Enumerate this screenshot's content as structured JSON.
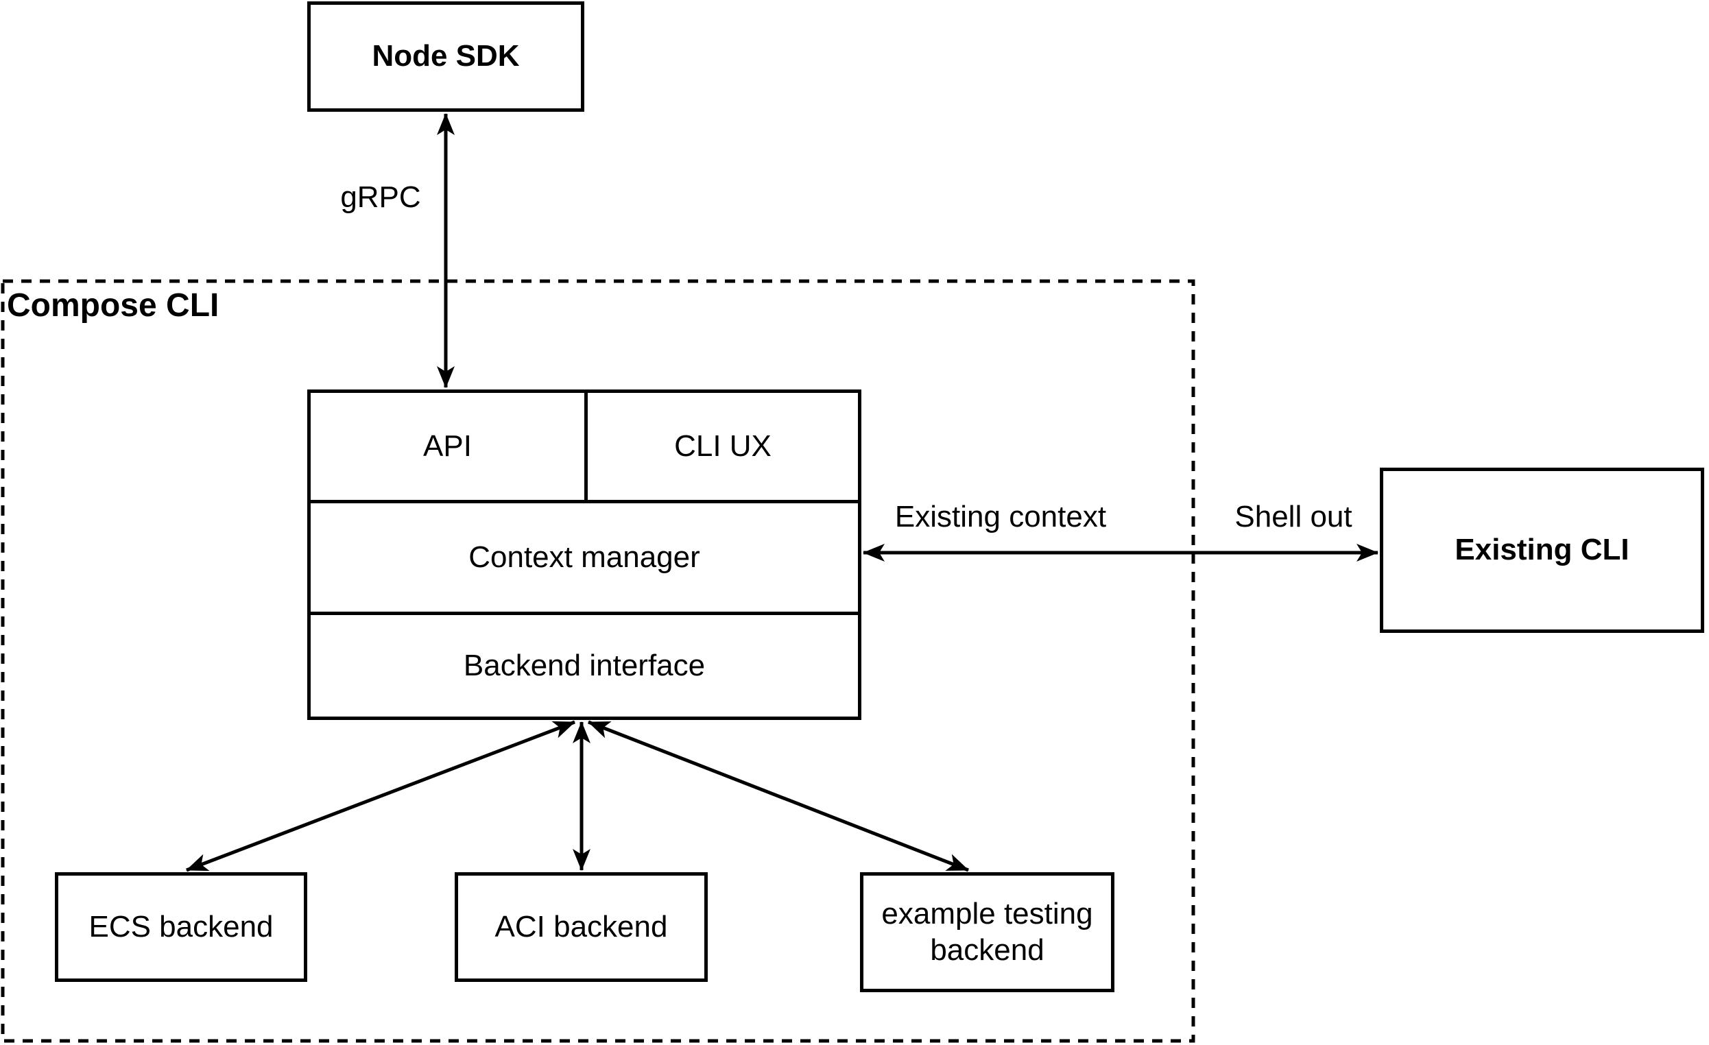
{
  "canvas": {
    "background": "#ffffff",
    "line_color": "#000000",
    "text_color": "#000000"
  },
  "nodes": {
    "node_sdk": {
      "label": "Node SDK"
    },
    "compose_cli_group": {
      "label": "Compose CLI"
    },
    "api": {
      "label": "API"
    },
    "cli_ux": {
      "label": "CLI UX"
    },
    "context_manager": {
      "label": "Context manager"
    },
    "backend_interface": {
      "label": "Backend interface"
    },
    "existing_cli": {
      "label": "Existing CLI"
    },
    "ecs_backend": {
      "label": "ECS backend"
    },
    "aci_backend": {
      "label": "ACI backend"
    },
    "example_testing_backend": {
      "label": "example testing backend"
    }
  },
  "edges": [
    {
      "from": "node_sdk",
      "to": "api",
      "label": "gRPC",
      "style": "bidirectional"
    },
    {
      "from": "context_manager",
      "to": "existing_cli",
      "label_inside": "Existing context",
      "label_outside": "Shell out",
      "style": "bidirectional"
    },
    {
      "from": "backend_interface",
      "to": "ecs_backend",
      "style": "bidirectional"
    },
    {
      "from": "backend_interface",
      "to": "aci_backend",
      "style": "bidirectional"
    },
    {
      "from": "backend_interface",
      "to": "example_testing_backend",
      "style": "bidirectional"
    }
  ]
}
